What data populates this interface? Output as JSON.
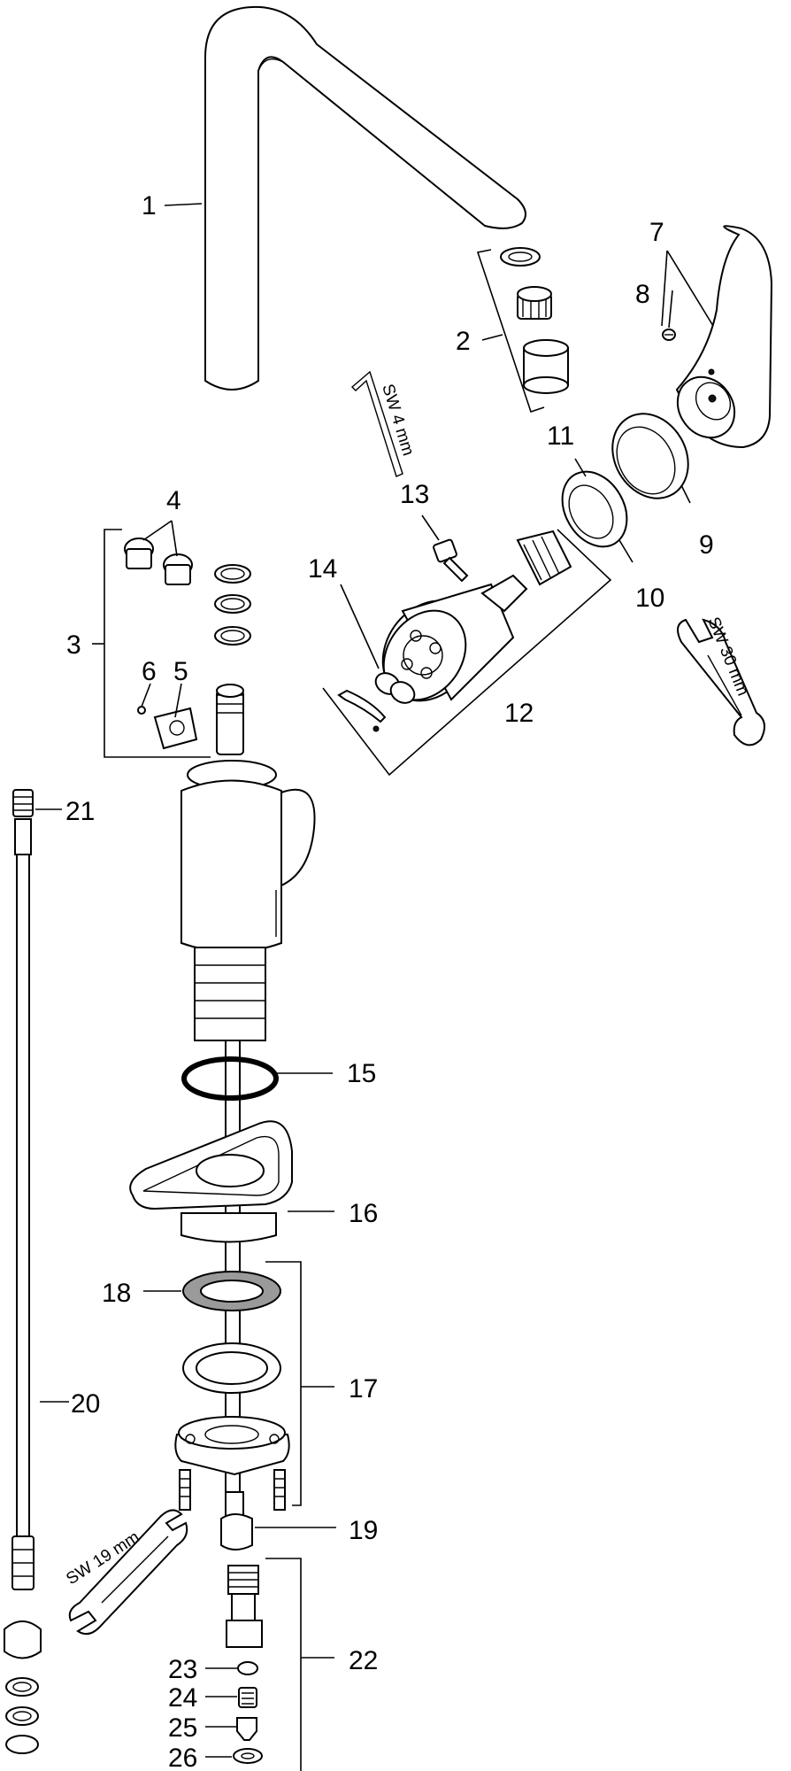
{
  "callouts": [
    "1",
    "2",
    "3",
    "4",
    "5",
    "6",
    "7",
    "8",
    "9",
    "10",
    "11",
    "12",
    "13",
    "14",
    "15",
    "16",
    "17",
    "18",
    "19",
    "20",
    "21",
    "22",
    "23",
    "24",
    "25",
    "26"
  ],
  "tools": {
    "hex_key": "SW 4 mm",
    "wrench_30": "SW 30 mm",
    "wrench_19": "SW 19 mm"
  }
}
